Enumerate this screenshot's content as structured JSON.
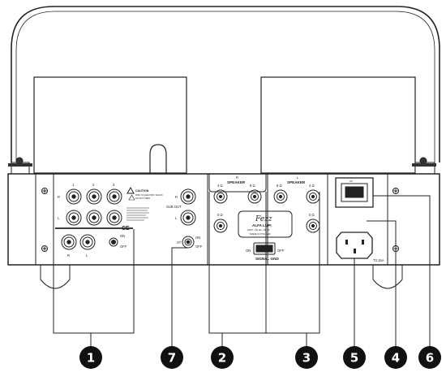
{
  "panel": {
    "inputs": {
      "numbers": [
        "1",
        "2",
        "3"
      ],
      "row_r": "R",
      "row_l": "L"
    },
    "rec": {
      "r": "R",
      "l": "L",
      "switch_on": "ON",
      "switch_off": "OFF"
    },
    "caution": {
      "title": "CAUTION",
      "subtitle": "RISK OF ELECTRIC SHOCK",
      "subtitle2": "DO NOT OPEN"
    },
    "ce": "CE",
    "sub_out": {
      "label": "SUB OUT",
      "r": "R",
      "l": "L"
    },
    "st_switch": {
      "st": "ST",
      "on": "ON",
      "off": "OFF"
    },
    "speaker_r": {
      "channel": "R",
      "title": "SPEAKER",
      "ohm4": "4 Ω",
      "ohm8": "8 Ω",
      "ohm0": "0 Ω"
    },
    "speaker_l": {
      "channel": "L",
      "title": "SPEAKER",
      "ohm8": "8 Ω",
      "ohm4": "4 Ω",
      "ohm0": "0 Ω"
    },
    "badge": {
      "logo": "Fezz",
      "model": "ALFA LUPI",
      "line1": "230V • 50 Hz • 80 W",
      "line2": "MADE IN POLAND"
    },
    "signal": {
      "on": "ON",
      "off": "OFF",
      "label": "SIGNAL GND"
    },
    "power_mark": "I/O",
    "fuse_label": "T3.15A"
  },
  "callouts": [
    "1",
    "7",
    "2",
    "3",
    "5",
    "4",
    "6"
  ]
}
